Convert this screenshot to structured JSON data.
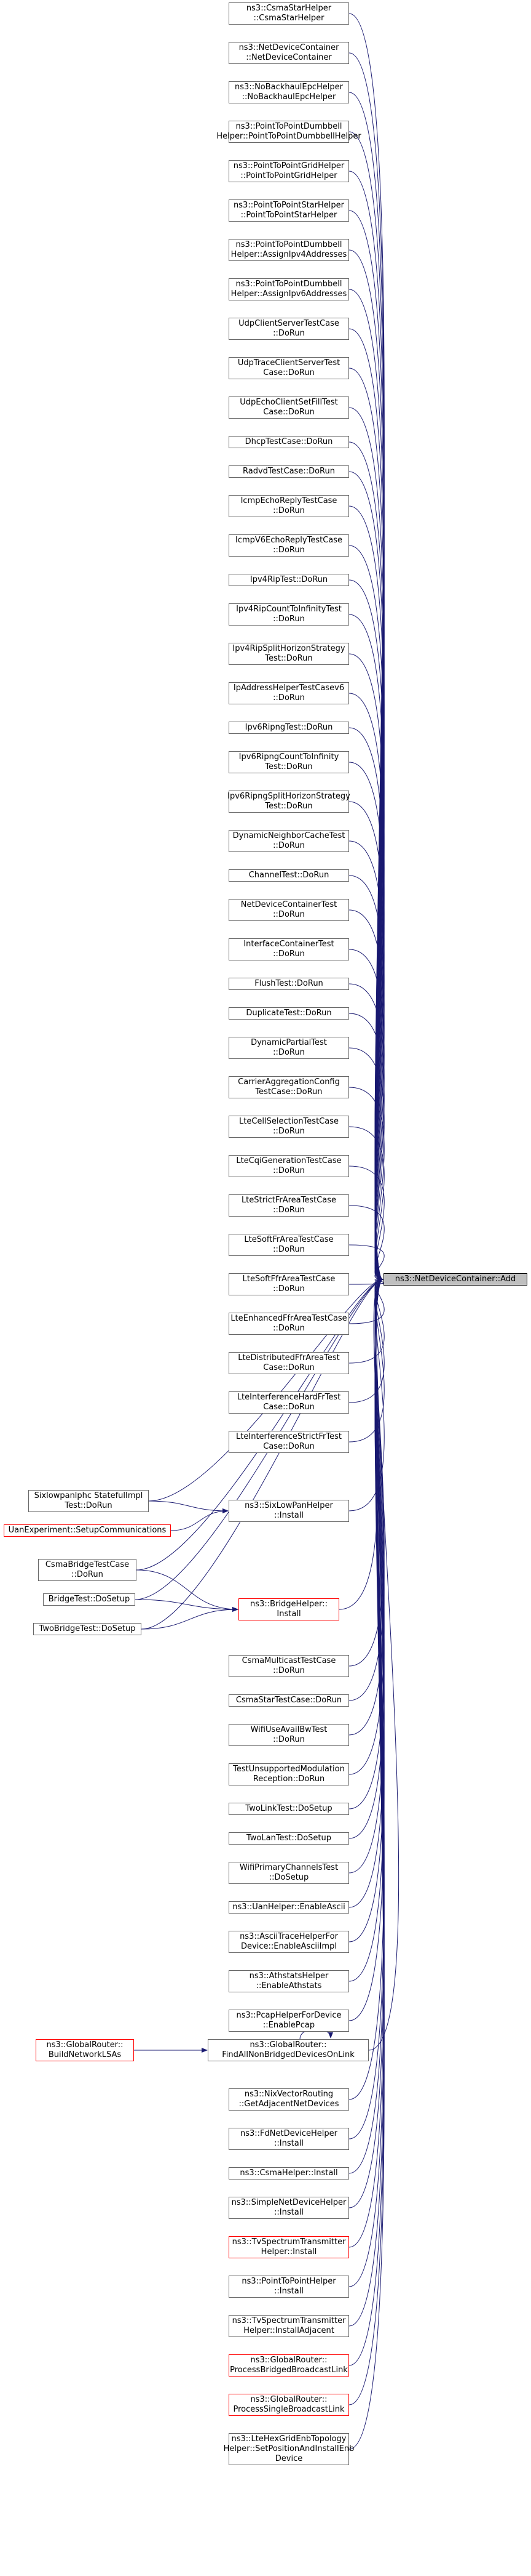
{
  "target": {
    "label": "ns3::NetDeviceContainer::Add"
  },
  "colors": {
    "edge": "#191970",
    "border": "#666666",
    "red_border": "#ff0000",
    "focus_fill": "#bfbfbf"
  },
  "callers": [
    {
      "lines": [
        "ns3::CsmaStarHelper",
        "::CsmaStarHelper"
      ]
    },
    {
      "lines": [
        "ns3::NetDeviceContainer",
        "::NetDeviceContainer"
      ]
    },
    {
      "lines": [
        "ns3::NoBackhaulEpcHelper",
        "::NoBackhaulEpcHelper"
      ]
    },
    {
      "lines": [
        "ns3::PointToPointDumbbell",
        "Helper::PointToPointDumbbellHelper"
      ]
    },
    {
      "lines": [
        "ns3::PointToPointGridHelper",
        "::PointToPointGridHelper"
      ]
    },
    {
      "lines": [
        "ns3::PointToPointStarHelper",
        "::PointToPointStarHelper"
      ]
    },
    {
      "lines": [
        "ns3::PointToPointDumbbell",
        "Helper::AssignIpv4Addresses"
      ]
    },
    {
      "lines": [
        "ns3::PointToPointDumbbell",
        "Helper::AssignIpv6Addresses"
      ]
    },
    {
      "lines": [
        "UdpClientServerTestCase",
        "::DoRun"
      ]
    },
    {
      "lines": [
        "UdpTraceClientServerTest",
        "Case::DoRun"
      ]
    },
    {
      "lines": [
        "UdpEchoClientSetFillTest",
        "Case::DoRun"
      ]
    },
    {
      "lines": [
        "DhcpTestCase::DoRun"
      ]
    },
    {
      "lines": [
        "RadvdTestCase::DoRun"
      ]
    },
    {
      "lines": [
        "IcmpEchoReplyTestCase",
        "::DoRun"
      ]
    },
    {
      "lines": [
        "IcmpV6EchoReplyTestCase",
        "::DoRun"
      ]
    },
    {
      "lines": [
        "Ipv4RipTest::DoRun"
      ]
    },
    {
      "lines": [
        "Ipv4RipCountToInfinityTest",
        "::DoRun"
      ]
    },
    {
      "lines": [
        "Ipv4RipSplitHorizonStrategy",
        "Test::DoRun"
      ]
    },
    {
      "lines": [
        "IpAddressHelperTestCasev6",
        "::DoRun"
      ]
    },
    {
      "lines": [
        "Ipv6RipngTest::DoRun"
      ]
    },
    {
      "lines": [
        "Ipv6RipngCountToInfinity",
        "Test::DoRun"
      ]
    },
    {
      "lines": [
        "Ipv6RipngSplitHorizonStrategy",
        "Test::DoRun"
      ]
    },
    {
      "lines": [
        "DynamicNeighborCacheTest",
        "::DoRun"
      ]
    },
    {
      "lines": [
        "ChannelTest::DoRun"
      ]
    },
    {
      "lines": [
        "NetDeviceContainerTest",
        "::DoRun"
      ]
    },
    {
      "lines": [
        "InterfaceContainerTest",
        "::DoRun"
      ]
    },
    {
      "lines": [
        "FlushTest::DoRun"
      ]
    },
    {
      "lines": [
        "DuplicateTest::DoRun"
      ]
    },
    {
      "lines": [
        "DynamicPartialTest",
        "::DoRun"
      ]
    },
    {
      "lines": [
        "CarrierAggregationConfig",
        "TestCase::DoRun"
      ]
    },
    {
      "lines": [
        "LteCellSelectionTestCase",
        "::DoRun"
      ]
    },
    {
      "lines": [
        "LteCqiGenerationTestCase",
        "::DoRun"
      ]
    },
    {
      "lines": [
        "LteStrictFrAreaTestCase",
        "::DoRun"
      ]
    },
    {
      "lines": [
        "LteSoftFrAreaTestCase",
        "::DoRun"
      ]
    },
    {
      "lines": [
        "LteSoftFfrAreaTestCase",
        "::DoRun"
      ]
    },
    {
      "lines": [
        "LteEnhancedFfrAreaTestCase",
        "::DoRun"
      ]
    },
    {
      "lines": [
        "LteDistributedFfrAreaTest",
        "Case::DoRun"
      ]
    },
    {
      "lines": [
        "LteInterferenceHardFrTest",
        "Case::DoRun"
      ]
    },
    {
      "lines": [
        "LteInterferenceStrictFrTest",
        "Case::DoRun"
      ]
    }
  ],
  "sixlowpan": {
    "stateful": {
      "lines": [
        "Sixlowpanlphc StatefulImpl",
        "Test::DoRun"
      ]
    },
    "uan_comm": {
      "lines": [
        "UanExperiment::SetupCommunications"
      ]
    },
    "helper": {
      "lines": [
        "ns3::SixLowPanHelper",
        "::Install"
      ]
    }
  },
  "bridge": {
    "csma": {
      "lines": [
        "CsmaBridgeTestCase",
        "::DoRun"
      ]
    },
    "bridge_test": {
      "lines": [
        "BridgeTest::DoSetup"
      ]
    },
    "two_bridge": {
      "lines": [
        "TwoBridgeTest::DoSetup"
      ]
    },
    "helper": {
      "lines": [
        "ns3::BridgeHelper::",
        "Install"
      ]
    }
  },
  "callers2": [
    {
      "lines": [
        "CsmaMulticastTestCase",
        "::DoRun"
      ]
    },
    {
      "lines": [
        "CsmaStarTestCase::DoRun"
      ]
    },
    {
      "lines": [
        "WifiUseAvailBwTest",
        "::DoRun"
      ]
    },
    {
      "lines": [
        "TestUnsupportedModulation",
        "Reception::DoRun"
      ]
    },
    {
      "lines": [
        "TwoLinkTest::DoSetup"
      ]
    },
    {
      "lines": [
        "TwoLanTest::DoSetup"
      ]
    },
    {
      "lines": [
        "WifiPrimaryChannelsTest",
        "::DoSetup"
      ]
    },
    {
      "lines": [
        "ns3::UanHelper::EnableAscii"
      ]
    },
    {
      "lines": [
        "ns3::AsciiTraceHelperFor",
        "Device::EnableAsciiImpl"
      ]
    },
    {
      "lines": [
        "ns3::AthstatsHelper",
        "::EnableAthstats"
      ]
    },
    {
      "lines": [
        "ns3::PcapHelperForDevice",
        "::EnablePcap"
      ]
    }
  ],
  "global_router": {
    "build": {
      "lines": [
        "ns3::GlobalRouter::",
        "BuildNetworkLSAs"
      ]
    },
    "find": {
      "lines": [
        "ns3::GlobalRouter::",
        "FindAllNonBridgedDevicesOnLink"
      ]
    }
  },
  "callers3": [
    {
      "lines": [
        "ns3::NixVectorRouting",
        "::GetAdjacentNetDevices"
      ]
    },
    {
      "lines": [
        "ns3::FdNetDeviceHelper",
        "::Install"
      ]
    },
    {
      "lines": [
        "ns3::CsmaHelper::Install"
      ]
    },
    {
      "lines": [
        "ns3::SimpleNetDeviceHelper",
        "::Install"
      ]
    },
    {
      "lines": [
        "ns3::TvSpectrumTransmitter",
        "Helper::Install"
      ]
    },
    {
      "lines": [
        "ns3::PointToPointHelper",
        "::Install"
      ]
    },
    {
      "lines": [
        "ns3::TvSpectrumTransmitter",
        "Helper::InstallAdjacent"
      ]
    },
    {
      "lines": [
        "ns3::GlobalRouter::",
        "ProcessBridgedBroadcastLink"
      ]
    },
    {
      "lines": [
        "ns3::GlobalRouter::",
        "ProcessSingleBroadcastLink"
      ]
    },
    {
      "lines": [
        "ns3::LteHexGridEnbTopology",
        "Helper::SetPositionAndInstallEnb",
        "Device"
      ]
    }
  ]
}
